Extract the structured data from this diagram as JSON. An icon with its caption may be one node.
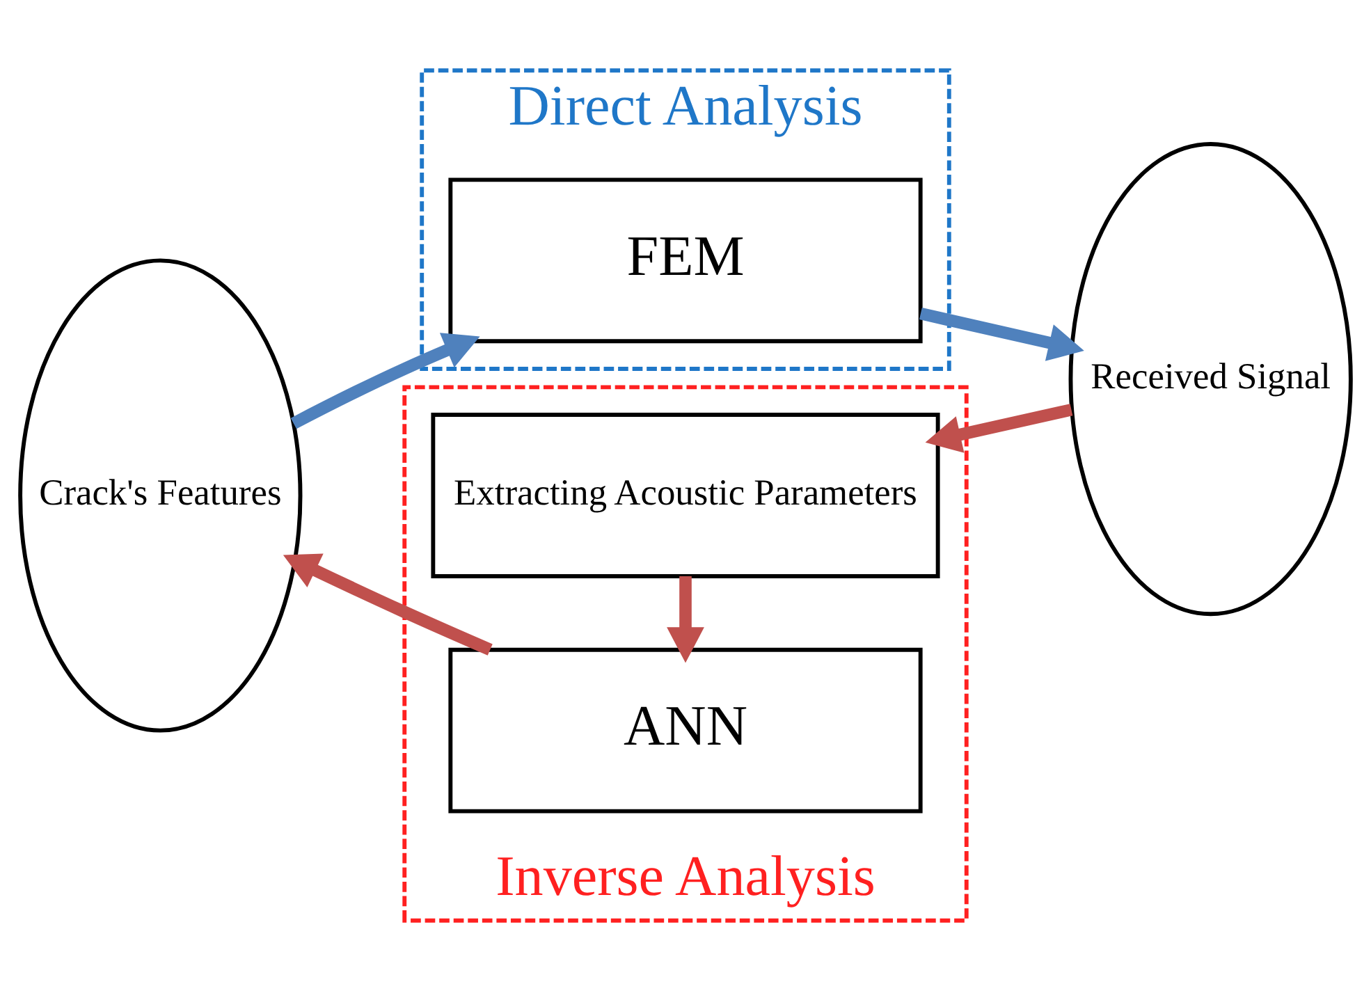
{
  "diagram": {
    "nodes": [
      {
        "text": [
          "Crack's Features"
        ]
      },
      {
        "text": [
          "Direct Analysis"
        ]
      },
      {
        "text": [
          "FEM"
        ],
        "in": 1
      },
      {
        "text": [
          "Received Signal"
        ]
      },
      {
        "text": [
          "Inverse Analysis"
        ]
      },
      {
        "text": [
          "Extracting Acoustic Parameters"
        ],
        "in": 4
      },
      {
        "text": [
          "ANN"
        ],
        "in": 4
      }
    ],
    "edges": [
      {
        "from": 0,
        "to": 2,
        "arrow": "to",
        "color": "#4f81bd"
      },
      {
        "from": 2,
        "to": 3,
        "arrow": "to",
        "color": "#4f81bd"
      },
      {
        "from": 3,
        "to": 5,
        "arrow": "to",
        "color": "#c0504d"
      },
      {
        "from": 5,
        "to": 6,
        "arrow": "to",
        "color": "#c0504d"
      },
      {
        "from": 6,
        "to": 0,
        "arrow": "to",
        "color": "#c0504d"
      }
    ]
  }
}
